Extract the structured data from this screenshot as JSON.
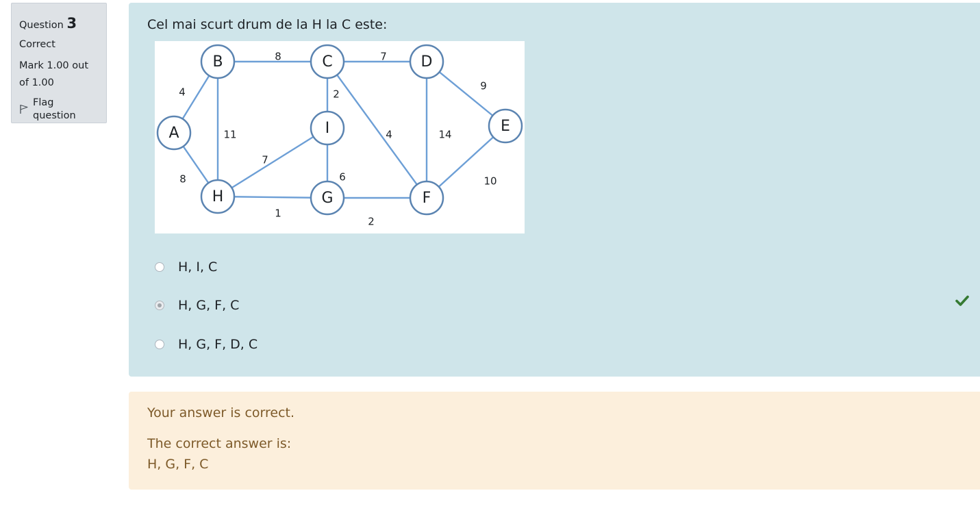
{
  "info": {
    "question_label": "Question",
    "question_number": "3",
    "state": "Correct",
    "grade": "Mark 1.00 out of 1.00",
    "flag_label": "Flag question"
  },
  "question": {
    "text": "Cel mai scurt drum de la H la C este:",
    "graph": {
      "nodes": [
        "A",
        "B",
        "C",
        "D",
        "E",
        "F",
        "G",
        "H",
        "I"
      ],
      "edges": [
        {
          "from": "A",
          "to": "B",
          "weight": "4"
        },
        {
          "from": "A",
          "to": "H",
          "weight": "8"
        },
        {
          "from": "B",
          "to": "C",
          "weight": "8"
        },
        {
          "from": "B",
          "to": "H",
          "weight": "11"
        },
        {
          "from": "C",
          "to": "D",
          "weight": "7"
        },
        {
          "from": "C",
          "to": "I",
          "weight": "2"
        },
        {
          "from": "C",
          "to": "F",
          "weight": "4"
        },
        {
          "from": "D",
          "to": "E",
          "weight": "9"
        },
        {
          "from": "D",
          "to": "F",
          "weight": "14"
        },
        {
          "from": "E",
          "to": "F",
          "weight": "10"
        },
        {
          "from": "H",
          "to": "I",
          "weight": "7"
        },
        {
          "from": "I",
          "to": "G",
          "weight": "6"
        },
        {
          "from": "H",
          "to": "G",
          "weight": "1"
        },
        {
          "from": "G",
          "to": "F",
          "weight": "2"
        }
      ]
    },
    "answers": [
      {
        "label": "H, I, C",
        "selected": false
      },
      {
        "label": "H, G, F, C",
        "selected": true
      },
      {
        "label": "H, G, F, D, C",
        "selected": false
      }
    ],
    "correct_icon": "check-icon"
  },
  "outcome": {
    "feedback": "Your answer is correct.",
    "right_answer_intro": "The correct answer is:",
    "right_answer": "H, G, F, C"
  },
  "colors": {
    "formulation_bg": "#cfe5ea",
    "outcome_bg": "#fcefdc",
    "outcome_text": "#7d5a29",
    "correct_green": "#357a32",
    "info_bg": "#dee2e6"
  }
}
